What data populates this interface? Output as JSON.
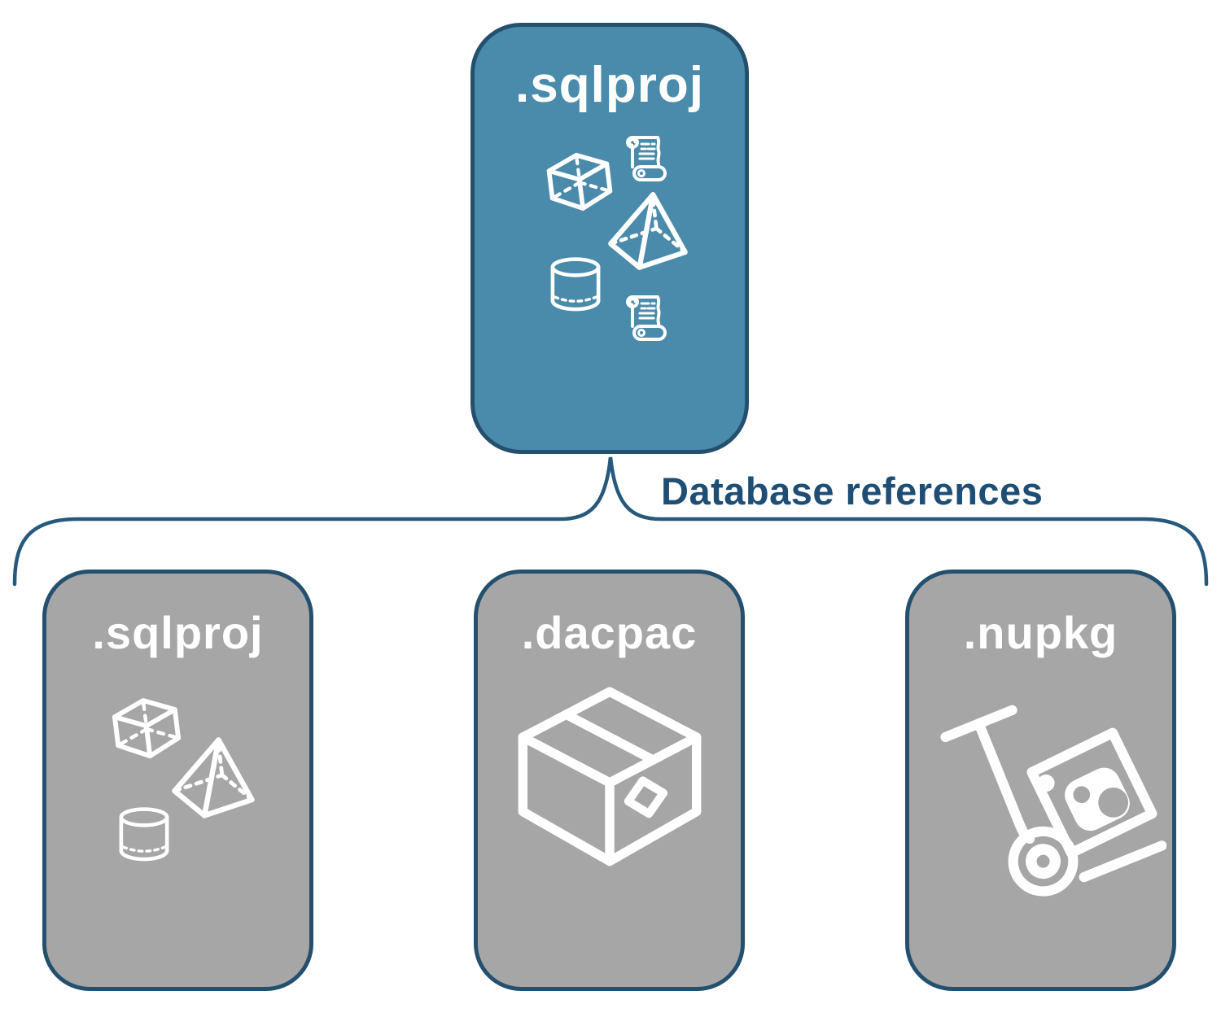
{
  "diagram": {
    "root": {
      "label": ".sqlproj",
      "icons": [
        "cube-icon",
        "script-scroll-icon",
        "pyramid-icon",
        "database-cylinder-icon",
        "script-scroll-icon"
      ]
    },
    "connector": {
      "label": "Database references"
    },
    "children": [
      {
        "id": "sqlproj",
        "label": ".sqlproj",
        "icons": [
          "cube-icon",
          "pyramid-icon",
          "database-cylinder-icon"
        ]
      },
      {
        "id": "dacpac",
        "label": ".dacpac",
        "icons": [
          "package-box-icon"
        ]
      },
      {
        "id": "nupkg",
        "label": ".nupkg",
        "icons": [
          "nuget-hand-truck-icon"
        ]
      }
    ],
    "colors": {
      "root_fill": "#4A8BAC",
      "child_fill": "#A6A6A6",
      "box_border": "#24506E",
      "connector_line": "#26597C",
      "connector_label_text": "#1F4E74",
      "icon_stroke": "#FFFFFF"
    }
  }
}
